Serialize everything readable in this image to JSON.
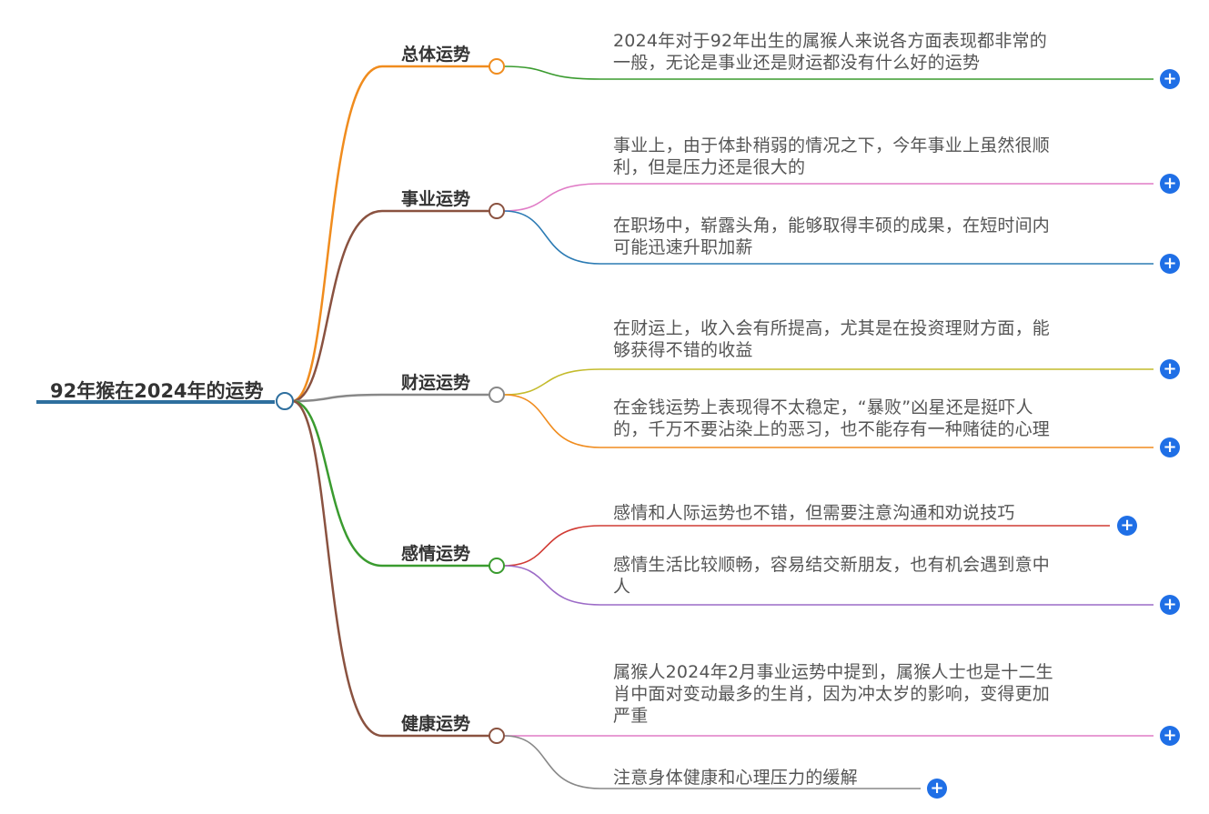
{
  "root": {
    "label": "92年猴在2024年的运势",
    "color": "#2e6f9e"
  },
  "branches": [
    {
      "label": "总体运势",
      "color": "#f08c1e",
      "leaves": [
        {
          "text": "2024年对于92年出生的属猴人来说各方面表现都非常的\n一般，无论是事业还是财运都没有什么好的运势",
          "color": "#3a9b2f"
        }
      ]
    },
    {
      "label": "事业运势",
      "color": "#8a5240",
      "leaves": [
        {
          "text": "事业上，由于体卦稍弱的情况之下，今年事业上虽然很顺\n利，但是压力还是很大的",
          "color": "#e07bc6"
        },
        {
          "text": "在职场中，崭露头角，能够取得丰硕的成果，在短时间内\n可能迅速升职加薪",
          "color": "#2c7bb4"
        }
      ]
    },
    {
      "label": "财运运势",
      "color": "#888888",
      "leaves": [
        {
          "text": "在财运上，收入会有所提高，尤其是在投资理财方面，能\n够获得不错的收益",
          "color": "#c4bb2c"
        },
        {
          "text": "在金钱运势上表现得不太稳定，“暴败”凶星还是挺吓人\n的，千万不要沾染上的恶习，也不能存有一种赌徒的心理",
          "color": "#f08c1e"
        }
      ]
    },
    {
      "label": "感情运势",
      "color": "#3a9b2f",
      "leaves": [
        {
          "text": "感情和人际运势也不错，但需要注意沟通和劝说技巧",
          "color": "#d13b34"
        },
        {
          "text": "感情生活比较顺畅，容易结交新朋友，也有机会遇到意中\n人",
          "color": "#9c6bc7"
        }
      ]
    },
    {
      "label": "健康运势",
      "color": "#8a5240",
      "leaves": [
        {
          "text": "属猴人2024年2月事业运势中提到，属猴人士也是十二生\n肖中面对变动最多的生肖，因为冲太岁的影响，变得更加\n严重",
          "color": "#e07bc6"
        },
        {
          "text": "注意身体健康和心理压力的缓解",
          "color": "#888888"
        }
      ]
    }
  ],
  "expand_icon": "plus-circle-icon",
  "expand_glyph": "+"
}
